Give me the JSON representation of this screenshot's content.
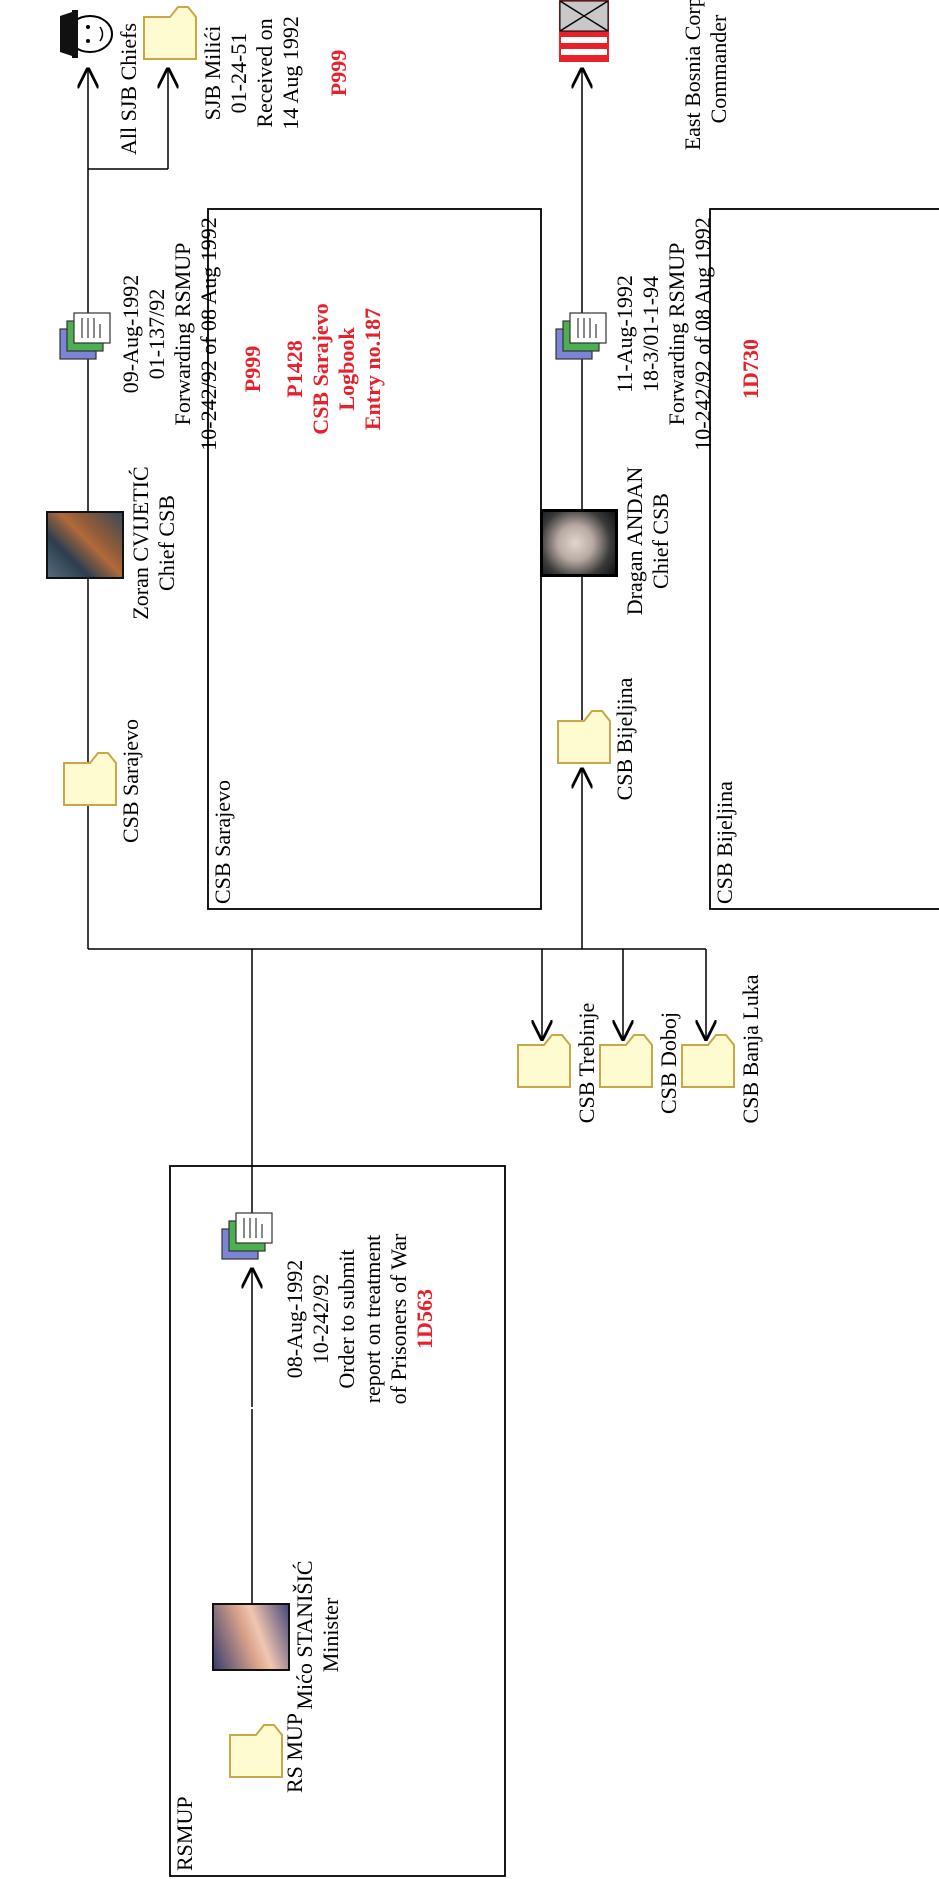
{
  "groups": {
    "rsmup": "RSMUP",
    "sarajevo": "CSB Sarajevo",
    "bijeljina": "CSB Bijeljina"
  },
  "rsmup": {
    "node_label": "RS MUP",
    "person_name_first": "Mićo",
    "person_name_last": "STANIŠIĆ",
    "person_role": "Minister",
    "doc_lines": [
      "08-Aug-1992",
      "10-242/92",
      "Order to submit",
      "report on treatment",
      "of Prisoners of War"
    ],
    "doc_id": "1D563"
  },
  "sarajevo": {
    "node_label": "CSB Sarajevo",
    "person_name_first": "Zoran",
    "person_name_last": "CVIJETIĆ",
    "person_role": "Chief CSB",
    "doc_lines": [
      "09-Aug-1992",
      "01-137/92",
      "Forwarding RSMUP",
      "10-242/92 of 08 Aug 1992"
    ],
    "refs": [
      "P999",
      "P1428",
      "CSB Sarajevo",
      "Logbook",
      "Entry no.187"
    ]
  },
  "bijeljina": {
    "node_label": "CSB Bijeljina",
    "person_name_first": "Dragan",
    "person_name_last": "ANDAN",
    "person_role": "Chief CSB",
    "doc_lines": [
      "11-Aug-1992",
      "18-3/01-1-94",
      "Forwarding RSMUP",
      "10-242/92 of 08 Aug 1992"
    ],
    "doc_id": "1D730"
  },
  "other_csbs": [
    "CSB Trebinje",
    "CSB Doboj",
    "CSB  Banja Luka"
  ],
  "recipients": {
    "all_sjb_chiefs": "All SJB Chiefs",
    "sjb_milici_lines": [
      "SJB Milići",
      "01-24-51",
      "Received on",
      "14 Aug 1992"
    ],
    "sjb_milici_ref": "P999",
    "east_bosnia": [
      "East Bosnia Corps",
      "Commander"
    ]
  },
  "colors": {
    "accent_red": "#e8202a",
    "folder_fill": "#fffbd0",
    "folder_stroke": "#c9a646"
  },
  "icons": [
    "folder-icon",
    "document-stack-icon",
    "police-chief-icon",
    "corps-flag-icon",
    "person-photo"
  ]
}
